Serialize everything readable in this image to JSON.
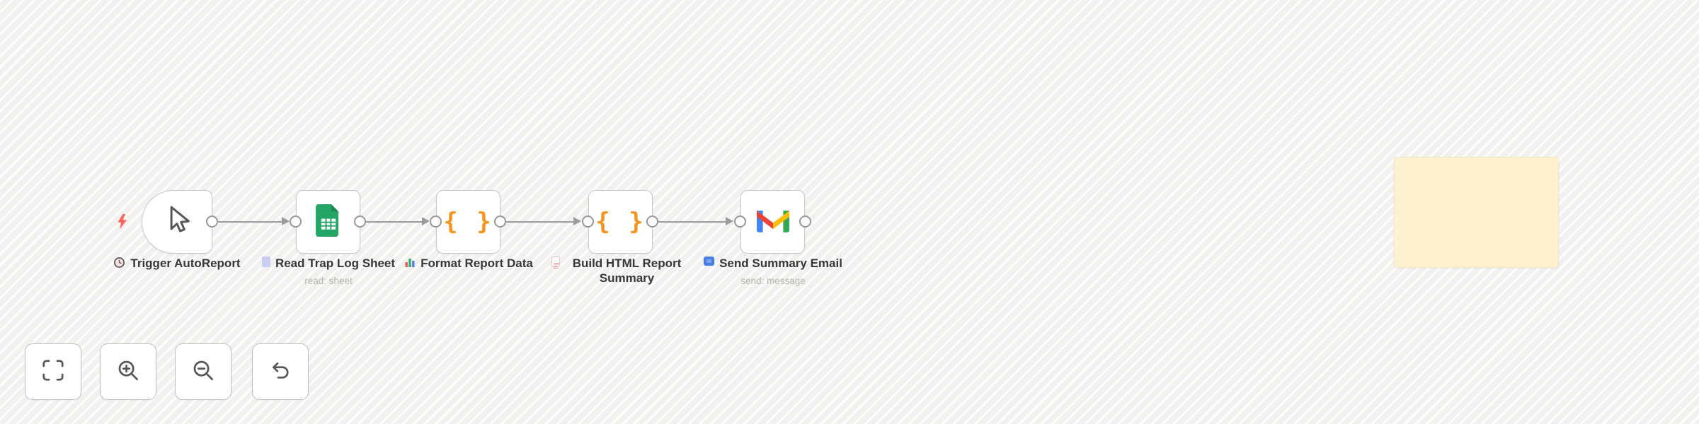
{
  "app": {
    "name": "workflow-editor-canvas"
  },
  "workflow": {
    "nodes": [
      {
        "label": "Trigger AutoReport",
        "subtitle": "",
        "type": "manual-trigger",
        "node_icon": "cursor-icon",
        "label_icon": "clock-icon"
      },
      {
        "label": "Read Trap Log Sheet",
        "subtitle": "read: sheet",
        "type": "google-sheets",
        "node_icon": "google-sheets-icon",
        "label_icon": "spreadsheet-icon"
      },
      {
        "label": "Format Report Data",
        "subtitle": "",
        "type": "code",
        "node_icon": "code-braces-icon",
        "label_icon": "bar-chart-icon"
      },
      {
        "label": "Build HTML Report Summary",
        "subtitle": "",
        "type": "code",
        "node_icon": "code-braces-icon",
        "label_icon": "document-icon"
      },
      {
        "label": "Send Summary Email",
        "subtitle": "send: message",
        "type": "gmail",
        "node_icon": "gmail-icon",
        "label_icon": "email-icon"
      }
    ],
    "code_glyph": "{ }",
    "connections": [
      [
        0,
        1
      ],
      [
        1,
        2
      ],
      [
        2,
        3
      ],
      [
        3,
        4
      ]
    ],
    "trigger_pin_icon": "lightning-bolt-icon"
  },
  "sticky_note": {
    "text": "",
    "color": "#fdf1d0"
  },
  "toolbar": {
    "buttons": [
      {
        "name": "fit-view",
        "icon": "fit-view-icon"
      },
      {
        "name": "zoom-in",
        "icon": "zoom-in-icon"
      },
      {
        "name": "zoom-out",
        "icon": "zoom-out-icon"
      },
      {
        "name": "undo",
        "icon": "undo-icon"
      }
    ]
  },
  "colors": {
    "canvas_bg": "#f2f1ef",
    "stripe": "#fbfbfa",
    "node_border": "#c9c9c6",
    "wire": "#9b9b9b",
    "code_braces": "#f7941d",
    "sheets_green": "#23a566",
    "lightning": "#ff6159",
    "sticky_bg": "#fdf1d0",
    "gmail_red": "#ea4335",
    "gmail_blue": "#4285f4",
    "gmail_green": "#34a853",
    "gmail_yellow": "#fbbc04"
  }
}
